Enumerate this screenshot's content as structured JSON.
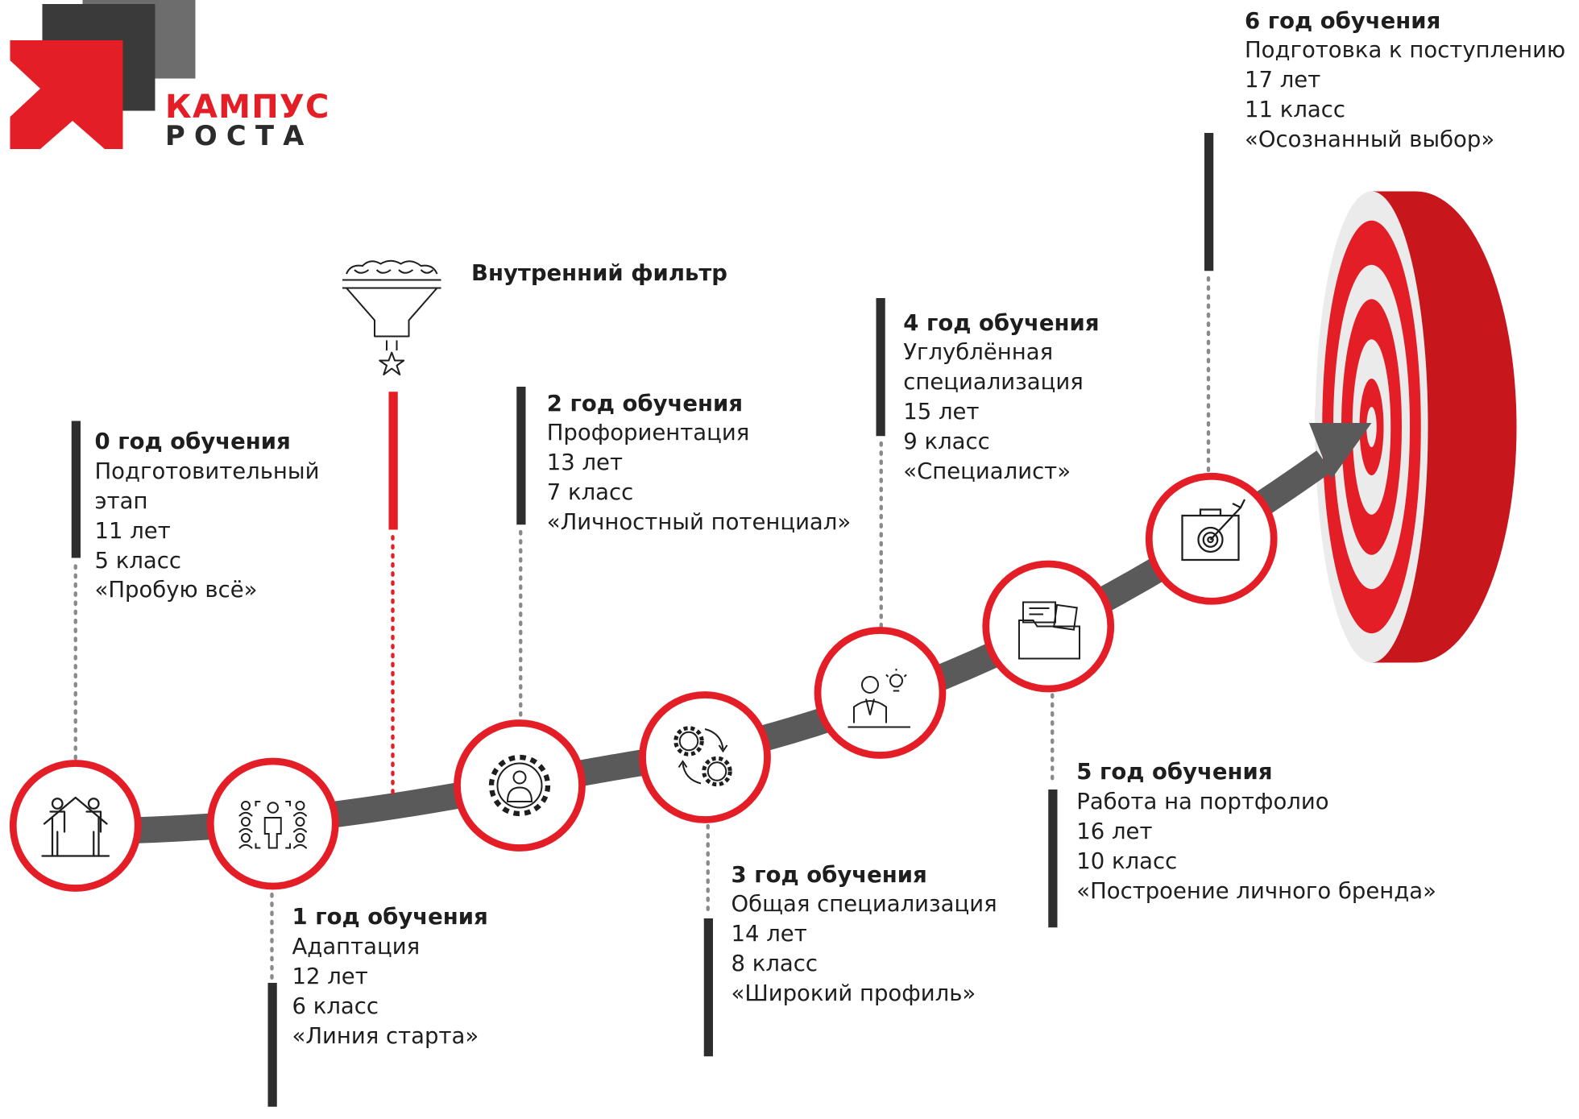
{
  "logo": {
    "line1": "КАМПУС",
    "line2": "РОСТА"
  },
  "filter": {
    "label": "Внутренний фильтр",
    "icon": "funnel-star-icon"
  },
  "stages": [
    {
      "heading": "0 год обучения",
      "lines": [
        "Подготовительный",
        "этап",
        "11 лет",
        "5 класс",
        "«Пробую всё»"
      ],
      "icon": "home-people-icon"
    },
    {
      "heading": "1 год обучения",
      "lines": [
        "Адаптация",
        "12 лет",
        "6 класс",
        "«Линия старта»"
      ],
      "icon": "leader-crowd-icon"
    },
    {
      "heading": "2 год обучения",
      "lines": [
        "Профориентация",
        "13 лет",
        "7 класс",
        "«Личностный потенциал»"
      ],
      "icon": "person-gear-icon"
    },
    {
      "heading": "3 год обучения",
      "lines": [
        "Общая специализация",
        "14 лет",
        "8 класс",
        "«Широкий профиль»"
      ],
      "icon": "gears-cycle-icon"
    },
    {
      "heading": "4 год обучения",
      "lines": [
        "Углублённая",
        "специализация",
        "15 лет",
        "9 класс",
        "«Специалист»"
      ],
      "icon": "person-idea-icon"
    },
    {
      "heading": "5 год обучения",
      "lines": [
        "Работа на портфолио",
        "16 лет",
        "10 класс",
        "«Построение личного бренда»"
      ],
      "icon": "portfolio-folder-icon"
    },
    {
      "heading": "6 год обучения",
      "lines": [
        "Подготовка к поступлению",
        "17 лет",
        "11 класс",
        "«Осознанный выбор»"
      ],
      "icon": "briefcase-target-icon"
    }
  ],
  "colors": {
    "accent": "#e41e26",
    "dark": "#333333",
    "path": "#5a5a5a",
    "target_light": "#ebebeb"
  }
}
